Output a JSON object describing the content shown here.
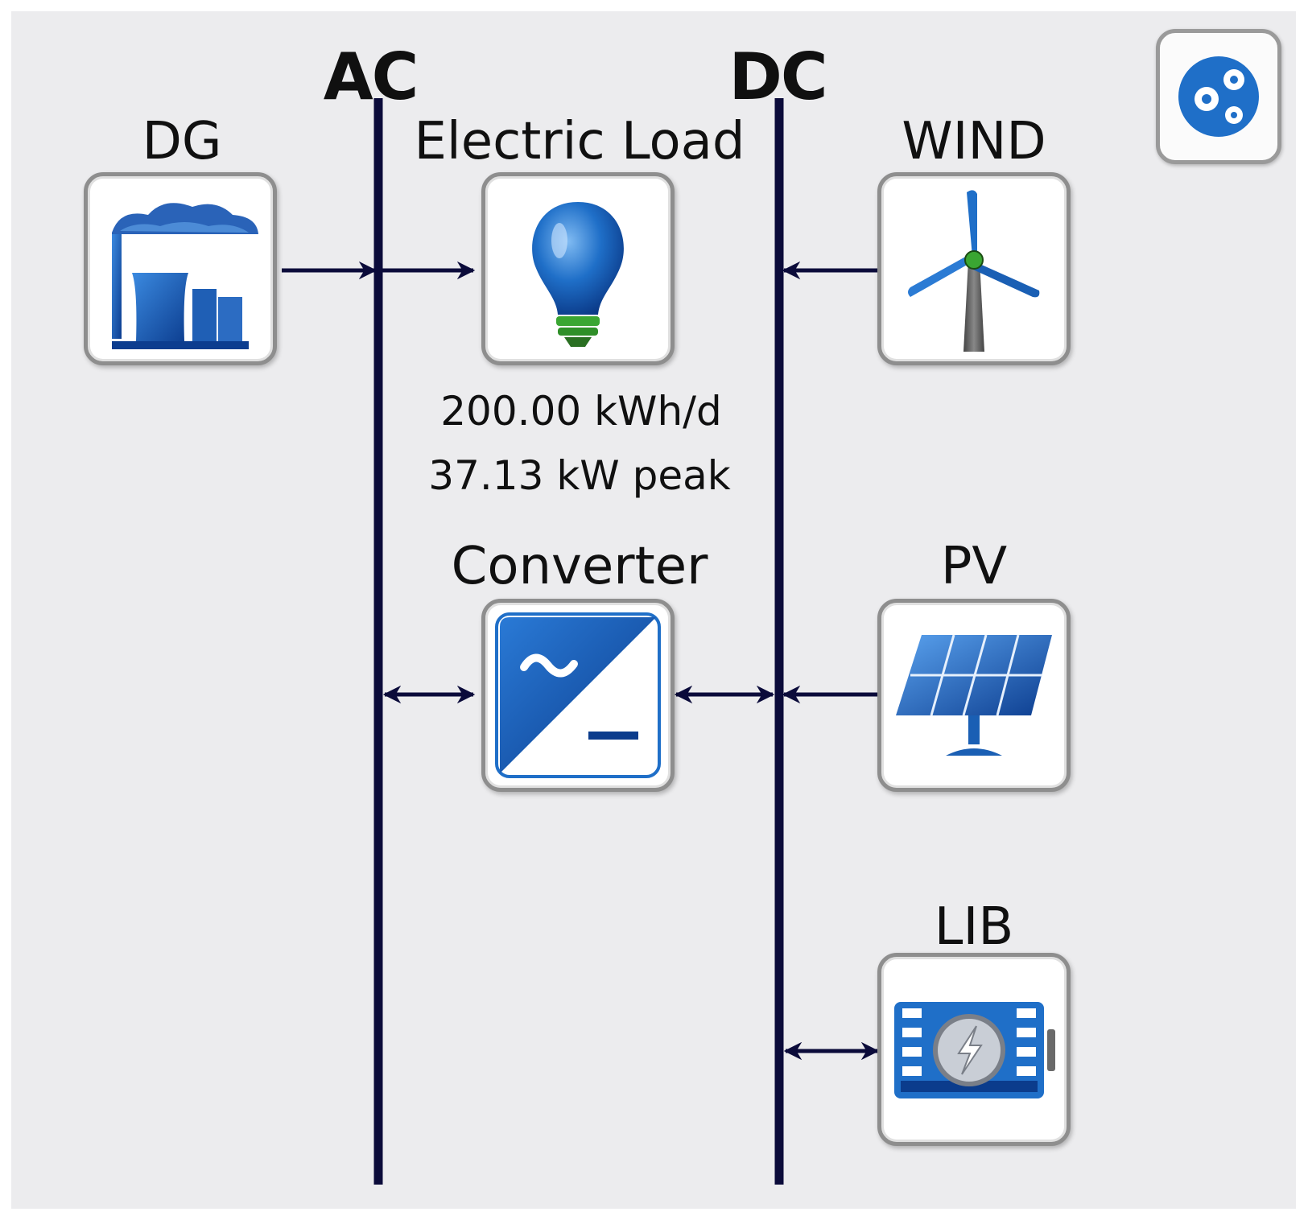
{
  "buses": {
    "ac": "AC",
    "dc": "DC"
  },
  "components": {
    "dg": {
      "label": "DG",
      "icon": "power-plant-icon"
    },
    "load": {
      "label": "Electric Load",
      "icon": "light-bulb-icon",
      "daily": "200.00 kWh/d",
      "peak": "37.13 kW peak"
    },
    "converter": {
      "label": "Converter",
      "icon": "ac-dc-converter-icon"
    },
    "wind": {
      "label": "WIND",
      "icon": "wind-turbine-icon"
    },
    "pv": {
      "label": "PV",
      "icon": "solar-panel-icon"
    },
    "lib": {
      "label": "LIB",
      "icon": "battery-icon"
    }
  },
  "toolbar": {
    "icon": "gears-icon"
  },
  "colors": {
    "bus": "#0b0b3a",
    "accent_blue": "#1f6fc8",
    "accent_green": "#3aa632"
  }
}
